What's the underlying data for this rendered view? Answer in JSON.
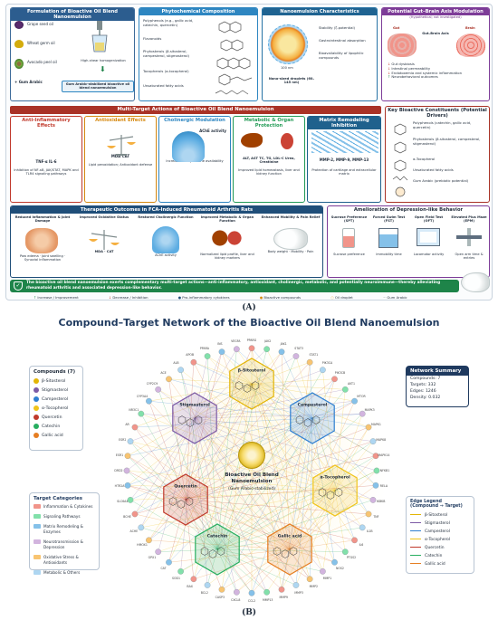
{
  "panel_a": {
    "formulation": {
      "title": "Formulation of Bioactive Oil Blend Nanoemulsion",
      "ingredients": [
        "Grape seed oil",
        "Wheat germ oil",
        "Avocado peel oil",
        "+ Gum Arabic"
      ],
      "process": "High-shear homogenization",
      "product": "Gum Arabic-stabilized bioactive oil blend nanoemulsion"
    },
    "phytochemical": {
      "title": "Phytochemical Composition",
      "items": [
        "Polyphenols (e.g., gallic acid, catechin, quercetin)",
        "Flavonoids",
        "Phytosterols (β-sitosterol, campesterol, stigmasterol)",
        "Tocopherols (α-tocopherol)",
        "Unsaturated fatty acids"
      ]
    },
    "nano": {
      "title": "Nanoemulsion Characteristics",
      "scale": "100 nm",
      "droplets": "Nano-sized droplets (60–145 nm)",
      "features": [
        "Stability (ζ-potential)",
        "Gastrointestinal absorption",
        "Bioavailability of lipophilic compounds"
      ]
    },
    "gut": {
      "title": "Potential Gut–Brain Axis Modulation",
      "subtitle": "(Hypothetical; not investigated)",
      "gut_label": "Gut",
      "axis_label": "Gut–Brain Axis",
      "brain_label": "Brain",
      "items": [
        "Gut dysbiosis",
        "Intestinal permeability",
        "Endotoxemia and systemic inflammation",
        "Neurobehavioral outcomes"
      ]
    },
    "multi_target": {
      "title": "Multi-Target Actions of Bioactive Oil Blend Nanoemulsion",
      "boxes": [
        {
          "title": "Anti-Inflammatory Effects",
          "marks": "TNF-α   IL-6",
          "text": "Inhibition of NF-κB, JAK/STAT, MAPK and TLR4 signaling pathways",
          "color": "#c0392b"
        },
        {
          "title": "Antioxidant Effects",
          "marks": "MDA   CAT",
          "text": "Lipid peroxidation; Antioxidant defense",
          "color": "#d68910"
        },
        {
          "title": "Cholinergic Modulation",
          "marks": "AChE activity",
          "text": "Increased acetylcholine availability",
          "color": "#2e86c1"
        },
        {
          "title": "Metabolic & Organ Protection",
          "marks": "ALT, AST TC, TG, LDL-C   Urea, Creatinine",
          "text": "Improved lipid homeostasis, liver and kidney function",
          "color": "#239b56"
        },
        {
          "title": "Matrix Remodeling Inhibition",
          "marks": "MMP-2, MMP-9, MMP-13",
          "text": "Protection of cartilage and extracellular matrix",
          "color": "#1f618d"
        }
      ]
    },
    "constituents": {
      "title": "Key Bioactive Constituents (Potential Drivers)",
      "items": [
        "Polyphenols (catechin, gallic acid, quercetin)",
        "Phytosterols (β-sitosterol, campesterol, stigmasterol)",
        "α-Tocopherol",
        "Unsaturated fatty acids",
        "Gum Arabic (prebiotic potential)"
      ]
    },
    "therapeutic": {
      "title": "Therapeutic Outcomes in FCA-Induced Rheumatoid Arthritis Rats",
      "items": [
        {
          "title": "Reduced Inflammation & Joint Damage",
          "text": "Paw edema · Joint swelling · Synovial inflammation"
        },
        {
          "title": "Improved Oxidative Status",
          "text": "MDA · CAT"
        },
        {
          "title": "Restored Cholinergic Function",
          "text": "AChE activity"
        },
        {
          "title": "Improved Metabolic & Organ Function",
          "text": "Normalized lipid profile, liver and kidney markers"
        },
        {
          "title": "Enhanced Mobility & Pain Relief",
          "text": "Body weight · Mobility · Pain"
        }
      ]
    },
    "depression": {
      "title": "Amelioration of Depression-like Behavior",
      "tests": [
        {
          "name": "Sucrose Preference (SPT)",
          "result": "Sucrose preference"
        },
        {
          "name": "Forced Swim Test (FST)",
          "result": "Immobility time"
        },
        {
          "name": "Open Field Test (OFT)",
          "result": "Locomotor activity"
        },
        {
          "name": "Elevated Plus Maze (EPM)",
          "result": "Open arm time & entries"
        }
      ]
    },
    "conclusion": "The bioactive oil blend nanoemulsion exerts complementary multi-target actions—anti-inflammatory, antioxidant, cholinergic, metabolic, and potentially neuroimmune—thereby alleviating rheumatoid arthritis and associated depression-like behavior.",
    "legend": [
      "Increase / Improvement",
      "Decrease / Inhibition",
      "Pro-inflammatory cytokines",
      "Bioactive compounds",
      "Oil droplet",
      "Gum Arabic"
    ],
    "label": "(A)"
  },
  "panel_b": {
    "title": "Compound–Target Network of the Bioactive Oil Blend Nanoemulsion",
    "compounds_title": "Compounds (7)",
    "compounds": [
      {
        "name": "β-Sitosterol",
        "color": "#e3b505"
      },
      {
        "name": "Stigmasterol",
        "color": "#7d5ba6"
      },
      {
        "name": "Campesterol",
        "color": "#2f7fd1"
      },
      {
        "name": "α-Tocopherol",
        "color": "#f0c419"
      },
      {
        "name": "Quercetin",
        "color": "#c0392b"
      },
      {
        "name": "Catechin",
        "color": "#27ae60"
      },
      {
        "name": "Gallic acid",
        "color": "#e67e22"
      }
    ],
    "categories_title": "Target Categories",
    "categories": [
      {
        "name": "Inflammation & Cytokines",
        "color": "#f1948a"
      },
      {
        "name": "Signaling Pathways",
        "color": "#82e0aa"
      },
      {
        "name": "Matrix Remodeling & Enzymes",
        "color": "#85c1e9"
      },
      {
        "name": "Neurotransmission & Depression",
        "color": "#d2b4de"
      },
      {
        "name": "Oxidative Stress & Antioxidants",
        "color": "#f8c471"
      },
      {
        "name": "Metabolic & Others",
        "color": "#aed6f1"
      }
    ],
    "summary": {
      "title": "Network Summary",
      "rows": [
        "Compounds: 7",
        "Targets: 332",
        "Edges: 1246",
        "Density: 0.032"
      ]
    },
    "center": {
      "title": "Bioactive Oil Blend Nanoemulsion",
      "subtitle": "(Gum Arabic-stabilized)"
    },
    "edge_legend_title": "Edge Legend (Compound → Target)",
    "targets": [
      "PPARG",
      "JAK2",
      "JAK1",
      "STAT3",
      "STAT1",
      "PIK3CA",
      "PIK3CB",
      "AKT1",
      "MTOR",
      "MAPK3",
      "MAPK1",
      "MAPK8",
      "MAPK14",
      "NFKB1",
      "RELA",
      "IKBKB",
      "TNF",
      "IL1B",
      "IL6",
      "PTGS2",
      "NOS2",
      "MMP1",
      "MMP2",
      "MMP3",
      "MMP9",
      "MMP13",
      "CCL2",
      "CXCL8",
      "CASP3",
      "BCL2",
      "BAX",
      "SOD1",
      "CAT",
      "GPX1",
      "HMOX1",
      "ACHE",
      "BCHE",
      "SLC6A4",
      "HTR2A",
      "DRD2",
      "ESR1",
      "ESR2",
      "AR",
      "NR3C1",
      "CYP3A4",
      "CYP2C9",
      "ACE",
      "ALB",
      "APOB",
      "PPARA",
      "INS",
      "VEGFA"
    ],
    "label": "(B)"
  }
}
